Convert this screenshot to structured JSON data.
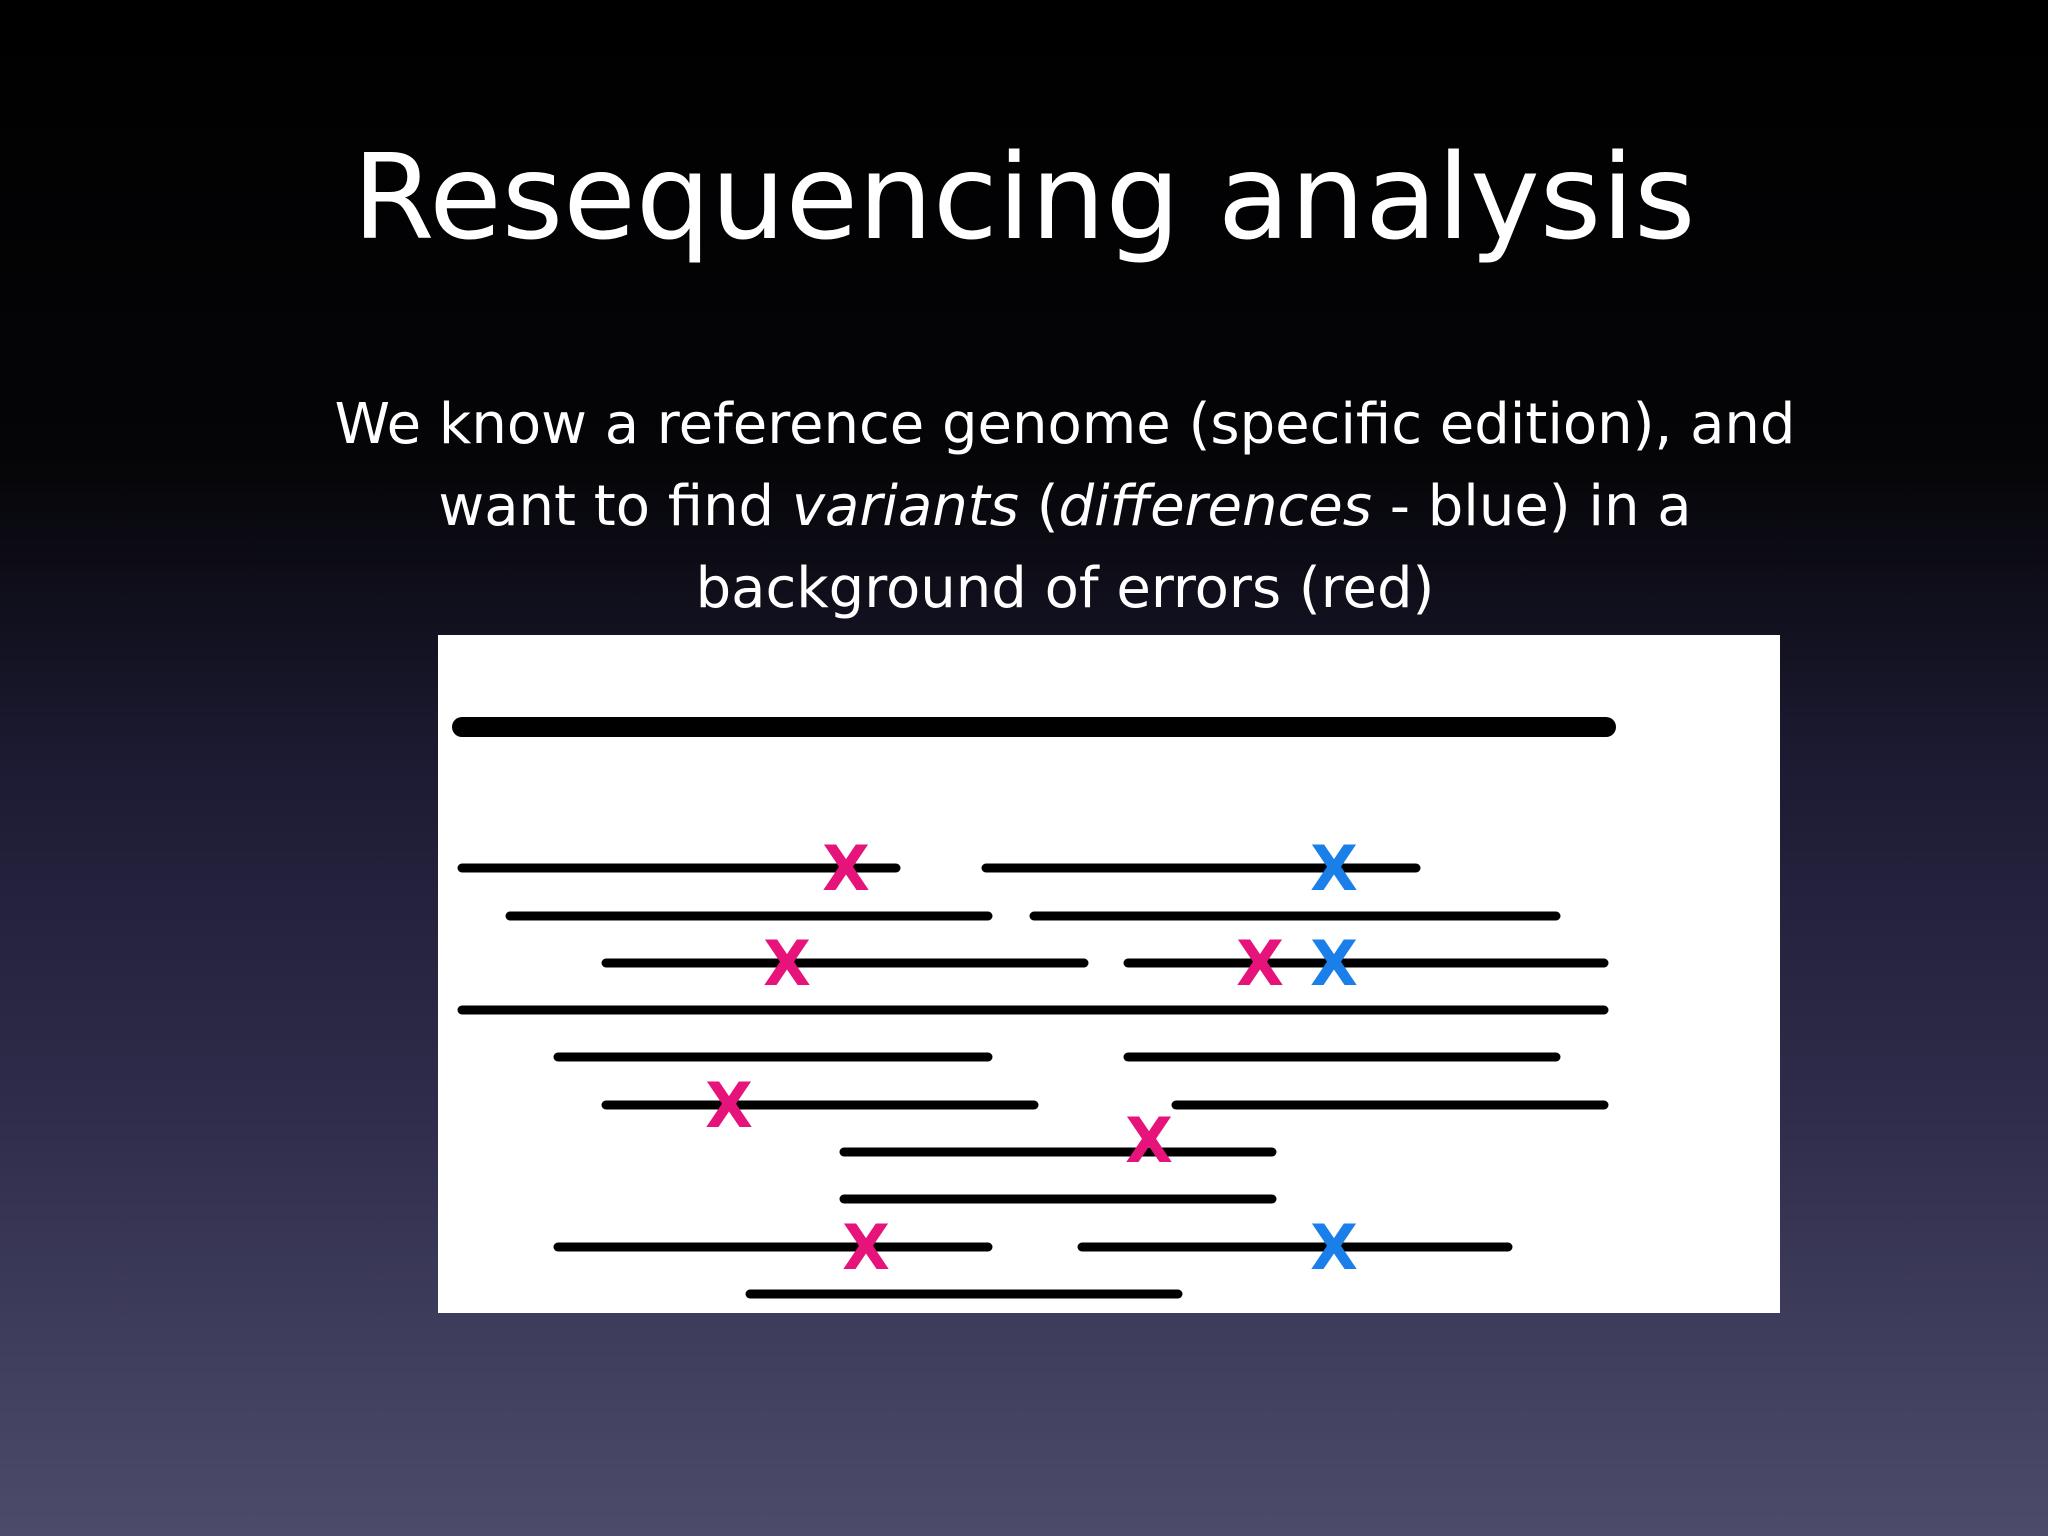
{
  "slide": {
    "title": "Resequencing analysis",
    "subtitle": {
      "line1": "We know a reference genome (specific edition), and",
      "line2_before": "want to find ",
      "line2_em1": "variants",
      "line2_mid": " (",
      "line2_em2": "differences",
      "line2_after": " - blue) in a",
      "line3": "background of errors (red)"
    }
  },
  "diagram": {
    "mark_symbol": "X",
    "colors": {
      "error": "#e5137a",
      "variant": "#1a7fe8",
      "line": "#000000"
    },
    "mark_types": [
      "error",
      "variant"
    ]
  }
}
